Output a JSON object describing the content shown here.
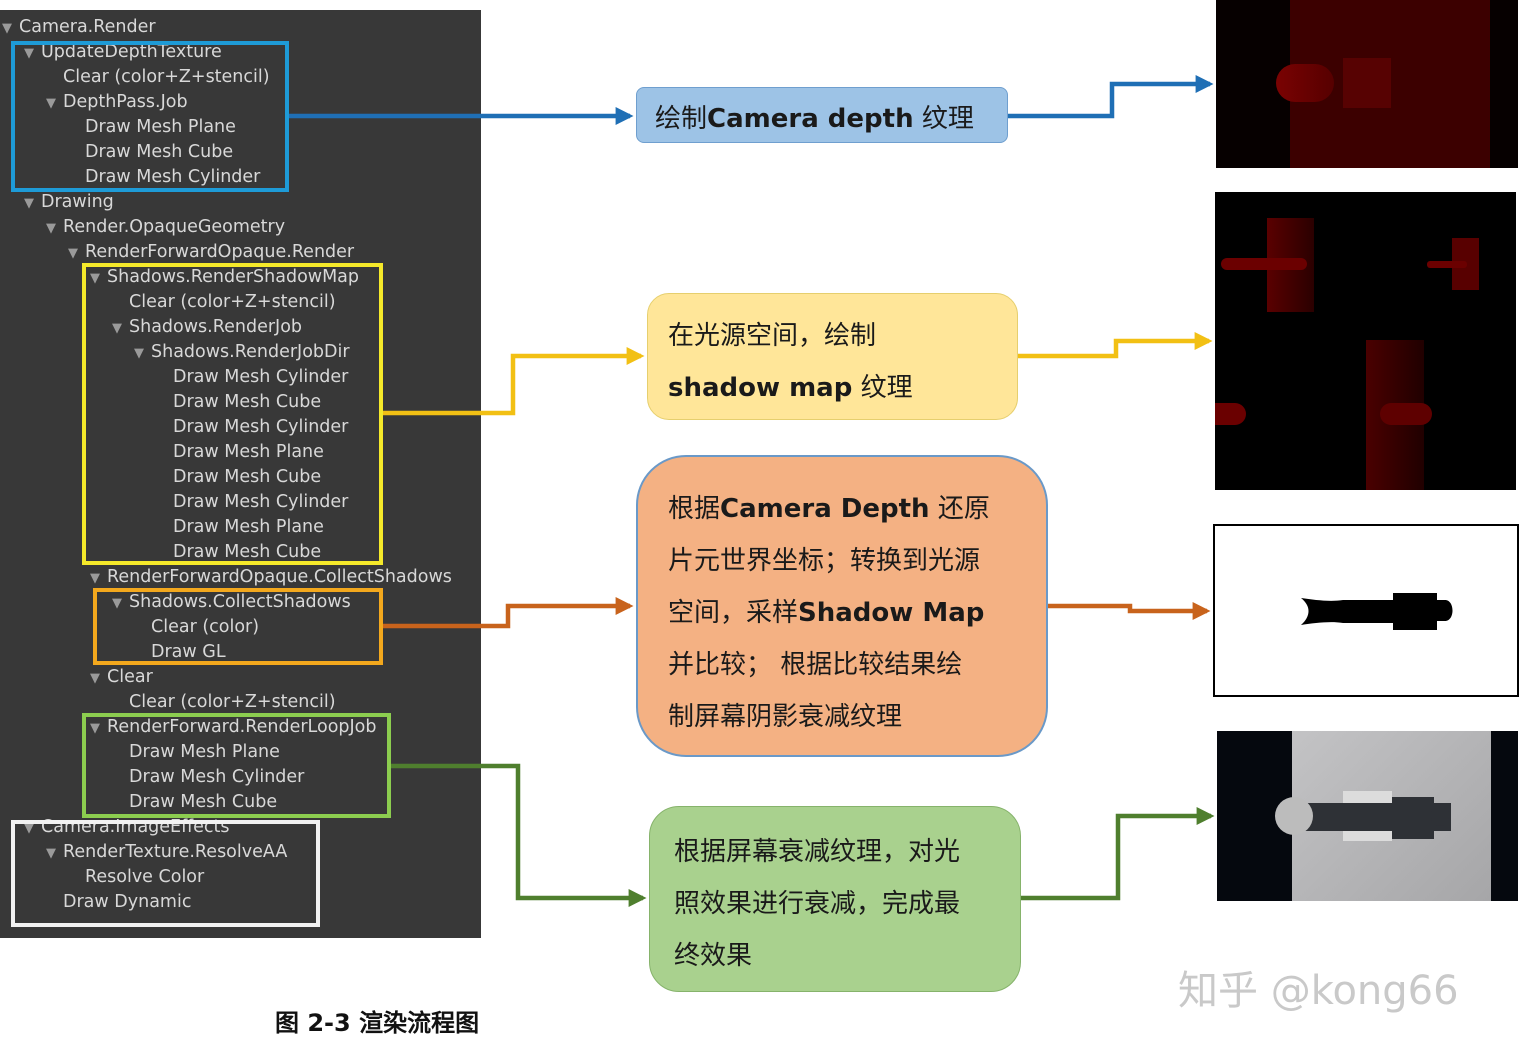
{
  "tree": {
    "rows": [
      {
        "text": "Camera.Render",
        "depth": 0,
        "arrow": true
      },
      {
        "text": "UpdateDepthTexture",
        "depth": 1,
        "arrow": true
      },
      {
        "text": "Clear (color+Z+stencil)",
        "depth": 2,
        "arrow": false
      },
      {
        "text": "DepthPass.Job",
        "depth": 2,
        "arrow": true
      },
      {
        "text": "Draw Mesh Plane",
        "depth": 3,
        "arrow": false
      },
      {
        "text": "Draw Mesh Cube",
        "depth": 3,
        "arrow": false
      },
      {
        "text": "Draw Mesh Cylinder",
        "depth": 3,
        "arrow": false
      },
      {
        "text": "Drawing",
        "depth": 1,
        "arrow": true
      },
      {
        "text": "Render.OpaqueGeometry",
        "depth": 2,
        "arrow": true
      },
      {
        "text": "RenderForwardOpaque.Render",
        "depth": 3,
        "arrow": true
      },
      {
        "text": "Shadows.RenderShadowMap",
        "depth": 4,
        "arrow": true
      },
      {
        "text": "Clear (color+Z+stencil)",
        "depth": 5,
        "arrow": false
      },
      {
        "text": "Shadows.RenderJob",
        "depth": 5,
        "arrow": true
      },
      {
        "text": "Shadows.RenderJobDir",
        "depth": 6,
        "arrow": true
      },
      {
        "text": "Draw Mesh Cylinder",
        "depth": 7,
        "arrow": false
      },
      {
        "text": "Draw Mesh Cube",
        "depth": 7,
        "arrow": false
      },
      {
        "text": "Draw Mesh Cylinder",
        "depth": 7,
        "arrow": false
      },
      {
        "text": "Draw Mesh Plane",
        "depth": 7,
        "arrow": false
      },
      {
        "text": "Draw Mesh Cube",
        "depth": 7,
        "arrow": false
      },
      {
        "text": "Draw Mesh Cylinder",
        "depth": 7,
        "arrow": false
      },
      {
        "text": "Draw Mesh Plane",
        "depth": 7,
        "arrow": false
      },
      {
        "text": "Draw Mesh Cube",
        "depth": 7,
        "arrow": false
      },
      {
        "text": "RenderForwardOpaque.CollectShadows",
        "depth": 4,
        "arrow": true
      },
      {
        "text": "Shadows.CollectShadows",
        "depth": 5,
        "arrow": true
      },
      {
        "text": "Clear (color)",
        "depth": 6,
        "arrow": false
      },
      {
        "text": "Draw GL",
        "depth": 6,
        "arrow": false
      },
      {
        "text": "Clear",
        "depth": 4,
        "arrow": true
      },
      {
        "text": "Clear (color+Z+stencil)",
        "depth": 5,
        "arrow": false
      },
      {
        "text": "RenderForward.RenderLoopJob",
        "depth": 4,
        "arrow": true
      },
      {
        "text": "Draw Mesh Plane",
        "depth": 5,
        "arrow": false
      },
      {
        "text": "Draw Mesh Cylinder",
        "depth": 5,
        "arrow": false
      },
      {
        "text": "Draw Mesh Cube",
        "depth": 5,
        "arrow": false
      },
      {
        "text": "Camera.ImageEffects",
        "depth": 1,
        "arrow": true
      },
      {
        "text": "RenderTexture.ResolveAA",
        "depth": 2,
        "arrow": true
      },
      {
        "text": "Resolve Color",
        "depth": 3,
        "arrow": false
      },
      {
        "text": "Draw Dynamic",
        "depth": 2,
        "arrow": false
      }
    ]
  },
  "colors": {
    "blue": "#1e9bd7",
    "yellow": "#f5e92a",
    "orange": "#f3a81d",
    "green": "#8ccd4f",
    "white": "#f2f2f2",
    "arrow_blue": "#1f6fb5",
    "arrow_yellow": "#f2c014",
    "arrow_orange": "#c8631c",
    "arrow_green": "#4f7f2e"
  },
  "callouts": {
    "depth": {
      "lines": [
        [
          {
            "t": "绘制",
            "b": false
          },
          {
            "t": "Camera depth",
            "b": true
          },
          {
            "t": " 纹理",
            "b": false
          }
        ]
      ]
    },
    "shadowmap": {
      "lines": [
        [
          {
            "t": "在光源空间，绘制",
            "b": false
          }
        ],
        [
          {
            "t": "shadow map",
            "b": true
          },
          {
            "t": " 纹理",
            "b": false
          }
        ]
      ]
    },
    "collect": {
      "lines": [
        [
          {
            "t": "根据",
            "b": false
          },
          {
            "t": "Camera Depth",
            "b": true
          },
          {
            "t": " 还原",
            "b": false
          }
        ],
        [
          {
            "t": "片元世界坐标；转换到光源",
            "b": false
          }
        ],
        [
          {
            "t": "空间，采样",
            "b": false
          },
          {
            "t": "Shadow Map",
            "b": true
          }
        ],
        [
          {
            "t": "并比较； 根据比较结果绘",
            "b": false
          }
        ],
        [
          {
            "t": "制屏幕阴影衰减纹理",
            "b": false
          }
        ]
      ]
    },
    "final": {
      "lines": [
        [
          {
            "t": "根据屏幕衰减纹理，对光",
            "b": false
          }
        ],
        [
          {
            "t": "照效果进行衰减，完成最",
            "b": false
          }
        ],
        [
          {
            "t": "终效果",
            "b": false
          }
        ]
      ]
    }
  },
  "caption": "图 2-3  渲染流程图",
  "watermark": "知乎 @kong66"
}
